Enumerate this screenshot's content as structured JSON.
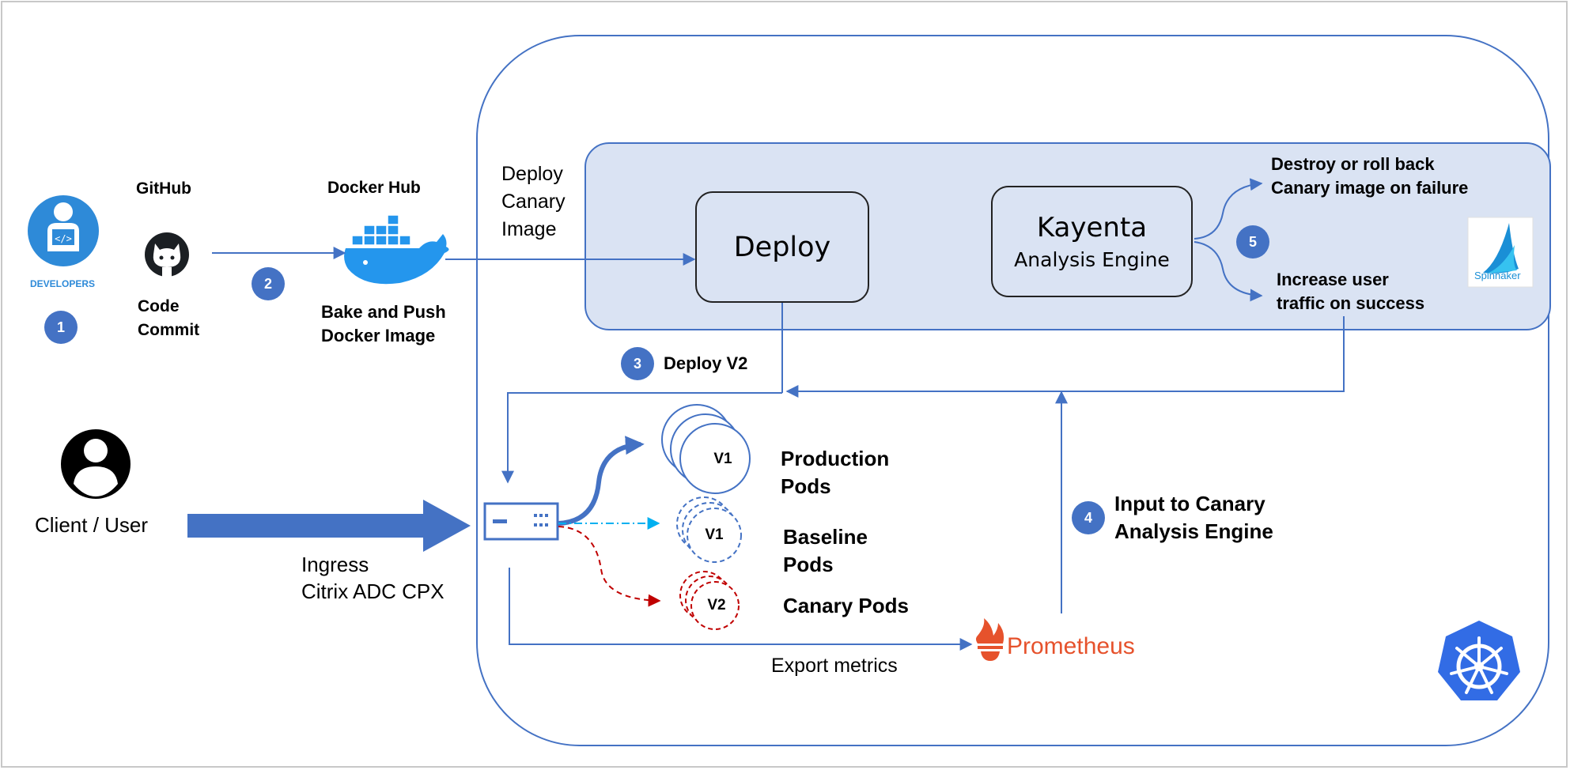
{
  "developers": {
    "label": "DEVELOPERS",
    "step": "1"
  },
  "github": {
    "title": "GitHub",
    "caption": "Code\nCommit",
    "step": "2"
  },
  "dockerhub": {
    "title": "Docker Hub",
    "caption": "Bake and Push\nDocker Image"
  },
  "deploy_canary_label": "Deploy\nCanary\nImage",
  "deploy_box": {
    "label": "Deploy"
  },
  "kayenta_box": {
    "title": "Kayenta",
    "subtitle": "Analysis Engine"
  },
  "outcomes": {
    "failure": "Destroy or roll back\nCanary image on failure",
    "success": "Increase user\ntraffic on success",
    "step": "5"
  },
  "spinnaker_logo_text": "Spinnaker",
  "deploy_v2": {
    "step": "3",
    "label": "Deploy V2"
  },
  "client": {
    "label": "Client / User"
  },
  "ingress": {
    "label": "Ingress\nCitrix ADC CPX"
  },
  "pods": {
    "production": {
      "version": "V1",
      "label": "Production\nPods"
    },
    "baseline": {
      "version": "V1",
      "label": "Baseline\nPods"
    },
    "canary": {
      "version": "V2",
      "label": "Canary Pods"
    }
  },
  "input_canary": {
    "step": "4",
    "label": "Input to Canary\nAnalysis Engine"
  },
  "prometheus": {
    "label": "Prometheus"
  },
  "export_metrics": "Export metrics",
  "colors": {
    "accent": "#4472c4",
    "panel": "#dae3f3",
    "canary": "#c00000",
    "baseline_arrow": "#00b0f0",
    "prometheus": "#e6522c",
    "docker": "#2496ed"
  }
}
